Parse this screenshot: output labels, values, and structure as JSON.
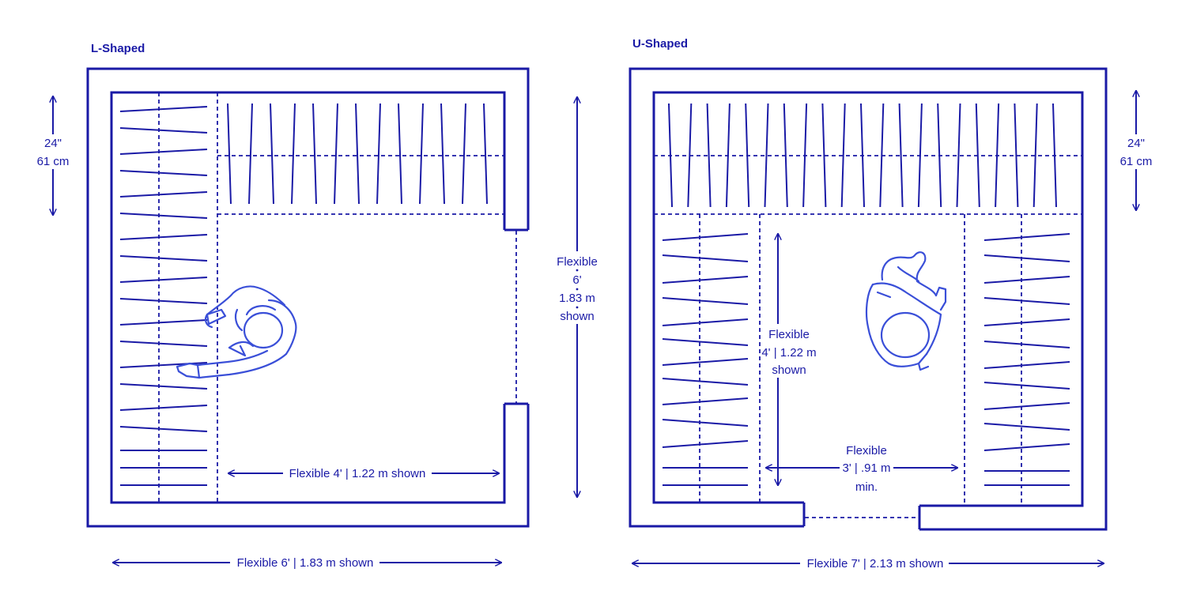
{
  "l_shaped": {
    "title": "L-Shaped",
    "depth_in": "24\"",
    "depth_cm": "61 cm",
    "length_label": "Flexible 6' | 1.83 m shown",
    "inner_width_label": "Flexible 4' | 1.22 m shown",
    "height_line1": "Flexible",
    "height_line2": "6'",
    "height_line3": "1.83 m",
    "height_line4": "shown"
  },
  "u_shaped": {
    "title": "U-Shaped",
    "depth_in": "24\"",
    "depth_cm": "61 cm",
    "length_label": "Flexible 7' | 2.13 m shown",
    "inner_depth_line1": "Flexible",
    "inner_depth_line2": "4' | 1.22 m",
    "inner_depth_line3": "shown",
    "aisle_line1": "Flexible",
    "aisle_line2": "3' | .91 m",
    "aisle_line3": "min."
  }
}
